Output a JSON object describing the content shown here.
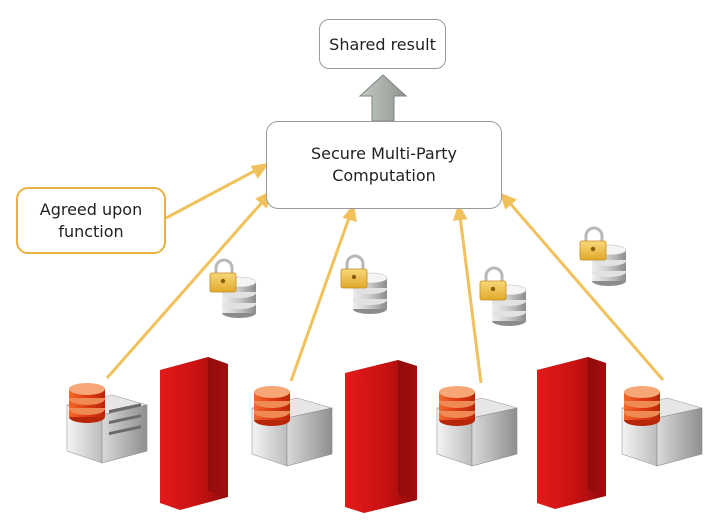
{
  "result_box": {
    "label": "Shared result"
  },
  "mpc_box": {
    "line1": "Secure Multi-Party",
    "line2": "Computation"
  },
  "function_box": {
    "line1": "Agreed upon",
    "line2": "function"
  },
  "colors": {
    "arrow": "#f1c15c",
    "box_border": "#9a9a9a",
    "function_border": "#e9b23f",
    "firewall": "#cc1414",
    "result_arrow": "#a8b0a8"
  },
  "icons": [
    "server-icon",
    "firewall-icon",
    "lock-icon",
    "database-icon",
    "up-arrow-icon"
  ],
  "parties": [
    {
      "name": "party-1"
    },
    {
      "name": "party-2"
    },
    {
      "name": "party-3"
    },
    {
      "name": "party-4"
    }
  ]
}
